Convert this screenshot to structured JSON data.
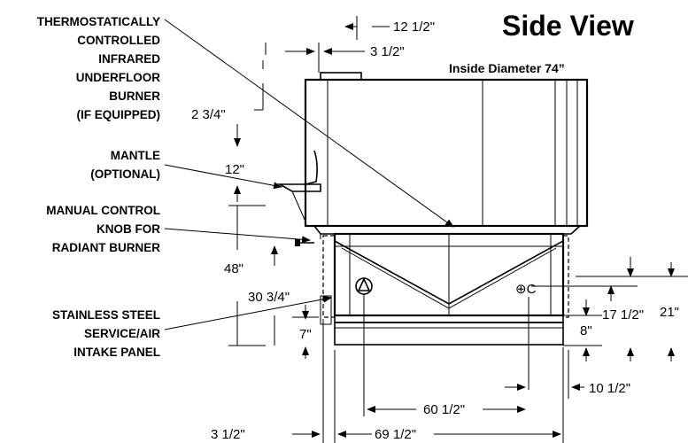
{
  "title": "Side View",
  "subtitle": "Inside Diameter 74”",
  "callouts": {
    "burner": [
      "THERMOSTATICALLY",
      "CONTROLLED",
      "INFRARED",
      "UNDERFLOOR",
      "BURNER",
      "(IF EQUIPPED)"
    ],
    "mantle": [
      "MANTLE",
      "(OPTIONAL)"
    ],
    "knob": [
      "MANUAL CONTROL",
      "KNOB FOR",
      "RADIANT BURNER"
    ],
    "panel": [
      "STAINLESS STEEL",
      "SERVICE/AIR",
      "INTAKE PANEL"
    ]
  },
  "dimensions": {
    "d12_5": "12 1/2\"",
    "d3_5_top": "3 1/2\"",
    "d2_75": "2 3/4\"",
    "d12": "12\"",
    "d48": "48\"",
    "d30_75": "30 3/4\"",
    "d7": "7\"",
    "d8": "8\"",
    "d17_5": "17 1/2\"",
    "d21": "21\"",
    "d10_5": "10 1/2\"",
    "d60_5": "60 1/2\"",
    "d3_5_bottom": "3 1/2\"",
    "d69_5": "69 1/2\""
  },
  "symbols": {
    "centerline": "⊕C"
  }
}
